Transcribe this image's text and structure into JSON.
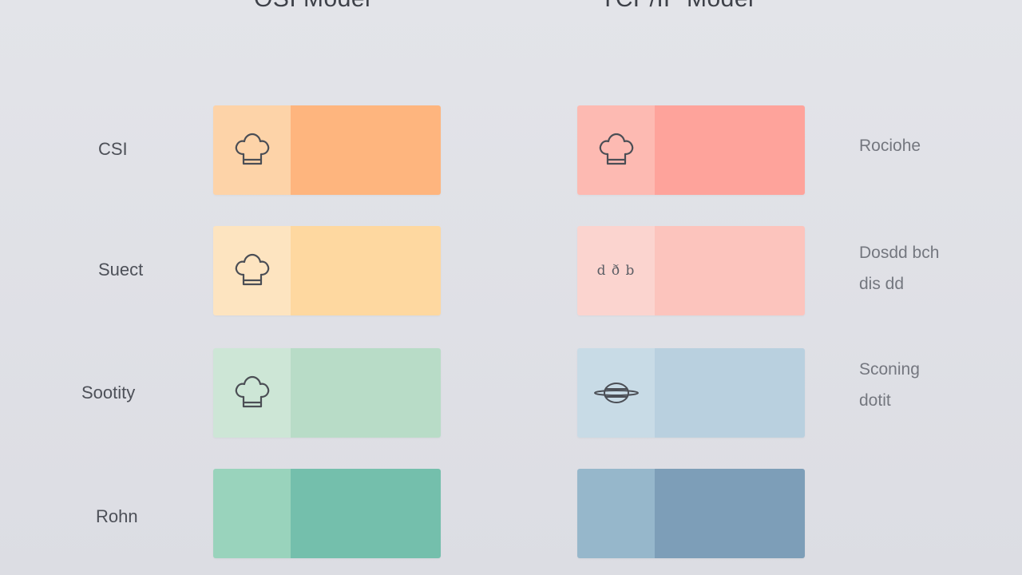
{
  "headings": {
    "osi": "OSI Model",
    "tcp": "TCP/IP Model"
  },
  "row_labels": [
    "CSI",
    "Suect",
    "Sootity",
    "Rohn"
  ],
  "side_notes": [
    {
      "line1": "Rociohe",
      "line2": ""
    },
    {
      "line1": "Dosdd bch",
      "line2": "dis dd"
    },
    {
      "line1": "Sconing",
      "line2": "dotit"
    }
  ],
  "osi_blocks": [
    {
      "icon": "chef-hat-icon",
      "icon_bg": "#fdd3a8",
      "fill": "#feb57e"
    },
    {
      "icon": "chef-hat-icon",
      "icon_bg": "#fde4c0",
      "fill": "#fed8a0"
    },
    {
      "icon": "chef-hat-icon",
      "icon_bg": "#cde6d6",
      "fill": "#b8dcc7"
    },
    {
      "icon": "",
      "icon_bg": "#99d3bc",
      "fill": "#74bfac"
    }
  ],
  "tcp_blocks": [
    {
      "icon": "chef-hat-icon",
      "icon_bg": "#fdbab2",
      "fill": "#fea39b"
    },
    {
      "icon": "text-glyph-icon",
      "icon_text": "d ð b",
      "icon_bg": "#fbd4cf",
      "fill": "#fcc4bd"
    },
    {
      "icon": "planet-icon",
      "icon_bg": "#c8dbe6",
      "fill": "#b9d0df"
    },
    {
      "icon": "",
      "icon_bg": "#96b7cb",
      "fill": "#7d9eb8"
    }
  ]
}
